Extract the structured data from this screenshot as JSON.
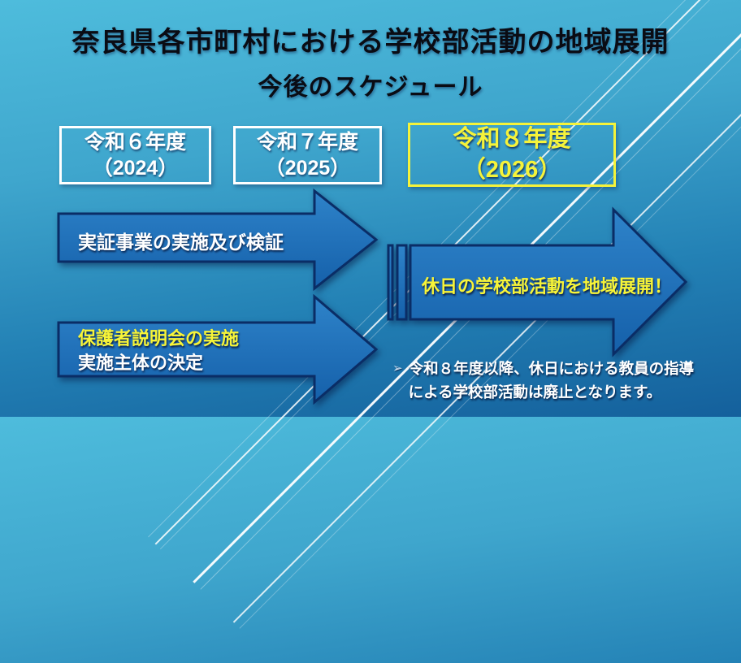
{
  "slide": {
    "title": "奈良県各市町村における学校部活動の地域展開",
    "subtitle": "今後のスケジュール"
  },
  "timeline": {
    "fiscal_years": [
      {
        "era": "令和６年度",
        "year": "（2024）",
        "highlighted": false
      },
      {
        "era": "令和７年度",
        "year": "（2025）",
        "highlighted": false
      },
      {
        "era": "令和８年度",
        "year": "（2026）",
        "highlighted": true
      }
    ]
  },
  "arrows": {
    "demo": {
      "label": "実証事業の実施及び検証"
    },
    "prep": {
      "label_line1": "保護者説明会の実施",
      "label_line2": "実施主体の決定"
    },
    "expand": {
      "label": "休日の学校部活動を地域展開！"
    }
  },
  "note": {
    "bullet": "➢",
    "line1": "令和８年度以降、休日における教員の指導",
    "line2": "による学校部活動は廃止となります。"
  },
  "colors": {
    "background_top": "#4ebcdc",
    "background_bottom": "#14609c",
    "arrow_fill": "#1f6fba",
    "arrow_border": "#0a2d66",
    "highlight_yellow": "#f5f33a",
    "box_border_white": "#ffffff"
  }
}
